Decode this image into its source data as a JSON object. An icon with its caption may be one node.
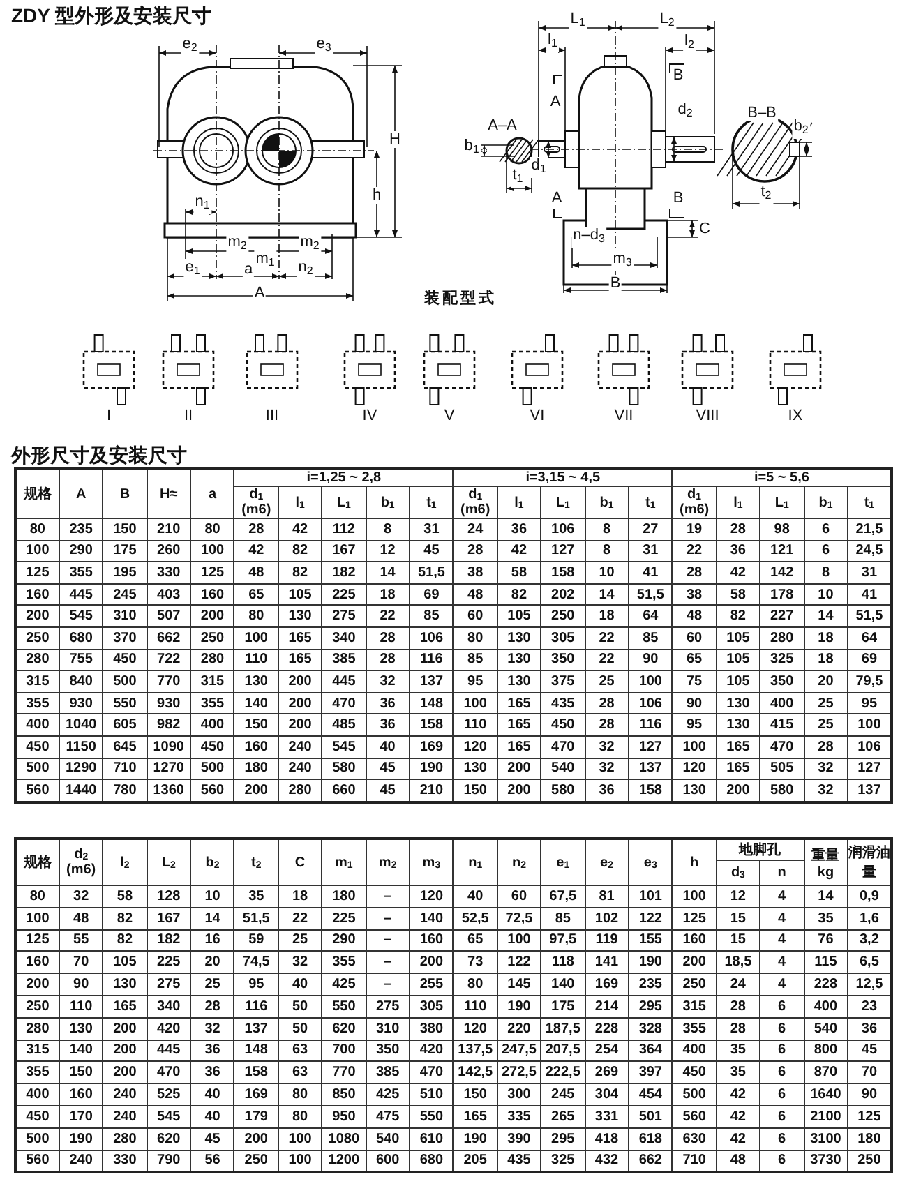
{
  "diagram": {
    "title": "ZDY 型外形及安装尺寸",
    "labels": [
      "e$_{2}$",
      "e$_{3}$",
      "H",
      "h",
      "n$_{1}$",
      "m$_{2}$",
      "m$_{2}$",
      "m$_{1}$",
      "e$_{1}$",
      "a",
      "n$_{2}$",
      "A",
      "L$_{1}$",
      "L$_{2}$",
      "l$_{1}$",
      "l$_{2}$",
      "B",
      "A",
      "A–A",
      "b$_{1}$",
      "d$_{2}$",
      "B–B",
      "b$_{2}$",
      "d$_{1}$",
      "t$_{1}$",
      "A",
      "B",
      "t$_{2}$",
      "C",
      "n–d$_{3}$",
      "m$_{3}$",
      "B",
      "装配型式",
      "I",
      "II",
      "III",
      "IV",
      "V",
      "VI",
      "VII",
      "VIII",
      "IX",
      "外形尺寸及安装尺寸",
      "规格",
      "A",
      "B",
      "H≈",
      "a",
      "i=1,25 ~ 2,8",
      "i=3,15 ~ 4,5",
      "i=5 ~ 5,6",
      "d$_{1}$ (m6)",
      "l$_{1}$",
      "L$_{1}$",
      "b$_{1}$",
      "t$_{1}$",
      "d$_{1}$ (m6)",
      "l$_{1}$",
      "L$_{1}$",
      "b$_{1}$",
      "t$_{1}$",
      "d$_{1}$ (m6)",
      "l$_{1}$",
      "L$_{1}$",
      "b$_{1}$",
      "t$_{1}$",
      "80",
      "235",
      "150",
      "210",
      "80",
      "28",
      "42",
      "112",
      "8",
      "31",
      "24",
      "36",
      "106",
      "8",
      "27",
      "19",
      "28",
      "98",
      "6",
      "21,5",
      "100",
      "290",
      "175",
      "260",
      "100",
      "42",
      "82",
      "167",
      "12",
      "45",
      "28",
      "42",
      "127",
      "8",
      "31",
      "22",
      "36",
      "121",
      "6",
      "24,5",
      "125",
      "355",
      "195",
      "330",
      "125",
      "48",
      "82",
      "182",
      "14",
      "51,5",
      "38",
      "58",
      "158",
      "10",
      "41",
      "28",
      "42",
      "142",
      "8",
      "31",
      "160",
      "445",
      "245",
      "403",
      "160",
      "65",
      "105",
      "225",
      "18",
      "69",
      "48",
      "82",
      "202",
      "14",
      "51,5",
      "38",
      "58",
      "178",
      "10",
      "41",
      "200",
      "545",
      "310",
      "507",
      "200",
      "80",
      "130",
      "275",
      "22",
      "85",
      "60",
      "105",
      "250",
      "18",
      "64",
      "48",
      "82",
      "227",
      "14",
      "51,5",
      "250",
      "680",
      "370",
      "662",
      "250",
      "100",
      "165",
      "340",
      "28",
      "106",
      "80",
      "130",
      "305",
      "22",
      "85",
      "60",
      "105",
      "280",
      "18",
      "64",
      "280",
      "755",
      "450",
      "722",
      "280",
      "110",
      "165",
      "385",
      "28",
      "116",
      "85",
      "130",
      "350",
      "22",
      "90",
      "65",
      "105",
      "325",
      "18",
      "69",
      "315",
      "840",
      "500",
      "770",
      "315",
      "130",
      "200",
      "445",
      "32",
      "137",
      "95",
      "130",
      "375",
      "25",
      "100",
      "75",
      "105",
      "350",
      "20",
      "79,5",
      "355",
      "930",
      "550",
      "930",
      "355",
      "140",
      "200",
      "470",
      "36",
      "148",
      "100",
      "165",
      "435",
      "28",
      "106",
      "90",
      "130",
      "400",
      "25",
      "95",
      "400",
      "1040",
      "605",
      "982",
      "400",
      "150",
      "200",
      "485",
      "36",
      "158",
      "110",
      "165",
      "450",
      "28",
      "116",
      "95",
      "130",
      "415",
      "25",
      "100",
      "450",
      "1150",
      "645",
      "1090",
      "450",
      "160",
      "240",
      "545",
      "40",
      "169",
      "120",
      "165",
      "470",
      "32",
      "127",
      "100",
      "165",
      "470",
      "28",
      "106",
      "500",
      "1290",
      "710",
      "1270",
      "500",
      "180",
      "240",
      "580",
      "45",
      "190",
      "130",
      "200",
      "540",
      "32",
      "137",
      "120",
      "165",
      "505",
      "32",
      "127",
      "560",
      "1440",
      "780",
      "1360",
      "560",
      "200",
      "280",
      "660",
      "45",
      "210",
      "150",
      "200",
      "580",
      "36",
      "158",
      "130",
      "200",
      "580",
      "32",
      "137",
      "规格",
      "d$_{2}$ (m6)",
      "l$_{2}$",
      "L$_{2}$",
      "b$_{2}$",
      "t$_{2}$",
      "C",
      "m$_{1}$",
      "m$_{2}$",
      "m$_{3}$",
      "n$_{1}$",
      "n$_{2}$",
      "e$_{1}$",
      "e$_{2}$",
      "e$_{3}$",
      "h",
      "地脚孔",
      "重量 kg",
      "润滑油量",
      "d$_{3}$",
      "n",
      "80",
      "32",
      "58",
      "128",
      "10",
      "35",
      "18",
      "180",
      "–",
      "120",
      "40",
      "60",
      "67,5",
      "81",
      "101",
      "100",
      "12",
      "4",
      "14",
      "0,9",
      "100",
      "48",
      "82",
      "167",
      "14",
      "51,5",
      "22",
      "225",
      "–",
      "140",
      "52,5",
      "72,5",
      "85",
      "102",
      "122",
      "125",
      "15",
      "4",
      "35",
      "1,6",
      "125",
      "55",
      "82",
      "182",
      "16",
      "59",
      "25",
      "290",
      "–",
      "160",
      "65",
      "100",
      "97,5",
      "119",
      "155",
      "160",
      "15",
      "4",
      "76",
      "3,2",
      "160",
      "70",
      "105",
      "225",
      "20",
      "74,5",
      "32",
      "355",
      "–",
      "200",
      "73",
      "122",
      "118",
      "141",
      "190",
      "200",
      "18,5",
      "4",
      "115",
      "6,5",
      "200",
      "90",
      "130",
      "275",
      "25",
      "95",
      "40",
      "425",
      "–",
      "255",
      "80",
      "145",
      "140",
      "169",
      "235",
      "250",
      "24",
      "4",
      "228",
      "12,5",
      "250",
      "110",
      "165",
      "340",
      "28",
      "116",
      "50",
      "550",
      "275",
      "305",
      "110",
      "190",
      "175",
      "214",
      "295",
      "315",
      "28",
      "6",
      "400",
      "23",
      "280",
      "130",
      "200",
      "420",
      "32",
      "137",
      "50",
      "620",
      "310",
      "380",
      "120",
      "220",
      "187,5",
      "228",
      "328",
      "355",
      "28",
      "6",
      "540",
      "36",
      "315",
      "140",
      "200",
      "445",
      "36",
      "148",
      "63",
      "700",
      "350",
      "420",
      "137,5",
      "247,5",
      "207,5",
      "254",
      "364",
      "400",
      "35",
      "6",
      "800",
      "45",
      "355",
      "150",
      "200",
      "470",
      "36",
      "158",
      "63",
      "770",
      "385",
      "470",
      "142,5",
      "272,5",
      "222,5",
      "269",
      "397",
      "450",
      "35",
      "6",
      "870",
      "70",
      "400",
      "160",
      "240",
      "525",
      "40",
      "169",
      "80",
      "850",
      "425",
      "510",
      "150",
      "300",
      "245",
      "304",
      "454",
      "500",
      "42",
      "6",
      "1640",
      "90",
      "450",
      "170",
      "240",
      "545",
      "40",
      "179",
      "80",
      "950",
      "475",
      "550",
      "165",
      "335",
      "265",
      "331",
      "501",
      "560",
      "42",
      "6",
      "2100",
      "125",
      "500",
      "190",
      "280",
      "620",
      "45",
      "200",
      "100",
      "1080",
      "540",
      "610",
      "190",
      "390",
      "295",
      "418",
      "618",
      "630",
      "42",
      "6",
      "3100",
      "180",
      "560",
      "240",
      "330",
      "790",
      "56",
      "250",
      "100",
      "1200",
      "600",
      "680",
      "205",
      "435",
      "325",
      "432",
      "662",
      "710",
      "48",
      "6",
      "3730",
      "250"
    ]
  }
}
